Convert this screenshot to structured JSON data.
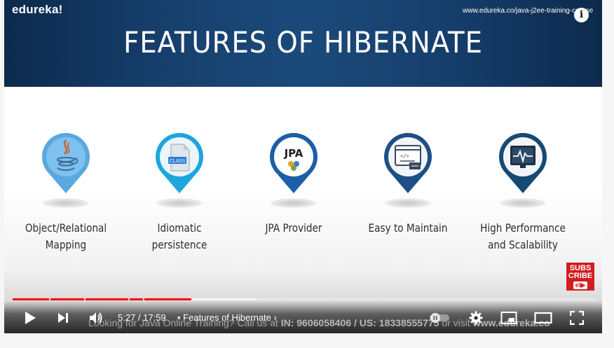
{
  "brand": "edureka!",
  "site_url": "www.edureka.co/java-j2ee-training-course",
  "info_icon": "i",
  "slide_title": "FEATURES OF HIBERNATE",
  "features": [
    {
      "label": "Object/Relational\nMapping",
      "icon": "java-icon",
      "color": "#5aa8e0"
    },
    {
      "label": "Idiomatic persistence",
      "icon": "class-file-icon",
      "color": "#1ea5de"
    },
    {
      "label": "JPA Provider",
      "icon": "jpa-icon",
      "color": "#1c5ea8"
    },
    {
      "label": "Easy to Maintain",
      "icon": "code-window-icon",
      "color": "#1d4f86"
    },
    {
      "label": "High Performance\nand Scalability",
      "icon": "monitor-heartbeat-icon",
      "color": "#174a72"
    }
  ],
  "subscribe": {
    "line1": "SUBS",
    "line2": "CRIBE",
    "logo": "el▶"
  },
  "marquee": {
    "prefix": "Looking for Java Online Training? Call us at ",
    "phone": "IN: 9606058406 / US: 18338555775",
    "middle": " or visit ",
    "site": "www.edureka.co"
  },
  "player": {
    "time": "5:27 / 17:59",
    "chapter": "• Features of Hibernate",
    "chapter_chevron": "›",
    "progress_played": 0.306,
    "progress_buffered": 0.42,
    "accent": "#ff0000"
  },
  "controls": {
    "play": "play-icon",
    "next": "next-icon",
    "volume": "volume-icon",
    "autoplay": "autoplay-toggle-icon",
    "settings": "settings-icon",
    "miniplayer": "miniplayer-icon",
    "theater": "theater-mode-icon",
    "fullscreen": "fullscreen-icon"
  }
}
